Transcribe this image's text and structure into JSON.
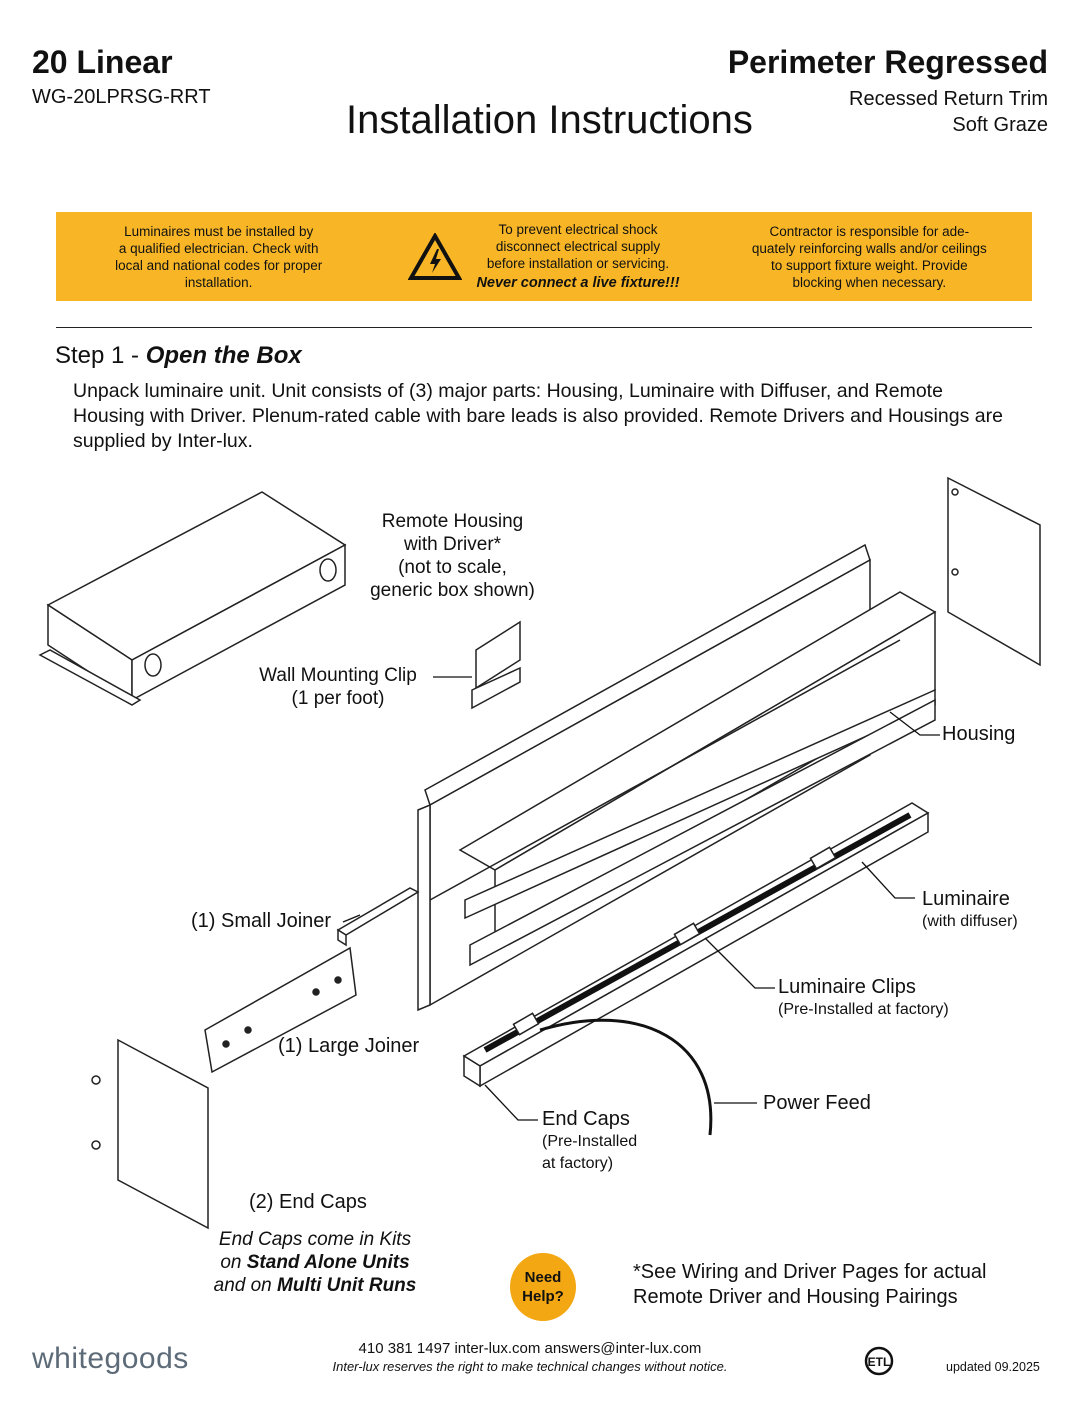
{
  "header": {
    "product": "20 Linear",
    "sku": "WG-20LPRSG-RRT",
    "title": "Installation Instructions",
    "series": "Perimeter Regressed",
    "trim": "Recessed Return Trim",
    "optic": "Soft Graze"
  },
  "warnings": {
    "left": [
      "Luminaires must be installed by",
      "a qualified electrician.  Check with",
      "local and national codes for proper",
      "installation."
    ],
    "middle": [
      "To prevent electrical shock",
      "disconnect electrical supply",
      "before installation or servicing."
    ],
    "middle_bold": "Never connect a live fixture!!!",
    "right": [
      "Contractor is responsible for ade-",
      "quately reinforcing walls and/or ceilings",
      "to support  fixture weight. Provide",
      "blocking when necessary."
    ],
    "icon": "electrical-hazard-icon",
    "color": "#f8b626"
  },
  "step": {
    "prefix": "Step 1 - ",
    "name": "Open the Box",
    "text": "Unpack luminaire unit.  Unit consists of (3) major parts: Housing, Luminaire with Diffuser, and Remote Housing with Driver.  Plenum-rated cable with bare leads is also provided. Remote Drivers and Housings are supplied by Inter-lux."
  },
  "labels": {
    "remote": [
      "Remote Housing",
      "with Driver*",
      "(not to scale,",
      "generic box shown)"
    ],
    "clip": [
      "Wall Mounting Clip",
      "(1 per foot)"
    ],
    "housing": "Housing",
    "luminaire": "Luminaire",
    "luminaire_sub": "(with diffuser)",
    "small_joiner": "(1) Small Joiner",
    "clips": "Luminaire Clips",
    "clips_sub": "(Pre-Installed at factory)",
    "large_joiner": "(1) Large Joiner",
    "power": "Power Feed",
    "endcaps_lum": "End Caps",
    "endcaps_lum_sub": [
      "(Pre-Installed",
      "at factory)"
    ],
    "endcaps": "(2) End Caps",
    "kits": {
      "l1": "End Caps come in Kits",
      "l2a": "on ",
      "l2b": "Stand Alone Units",
      "l3a": "and on ",
      "l3b": "Multi Unit Runs"
    }
  },
  "help": [
    "Need",
    "Help?"
  ],
  "note": [
    "*See Wiring and Driver Pages for actual",
    "Remote Driver and Housing Pairings"
  ],
  "footer": {
    "logo": "whitegoods",
    "contact": "410 381 1497   inter-lux.com   answers@inter-lux.com",
    "disclaimer": "Inter-lux reserves the right to make technical changes without notice.",
    "cert": "ETL",
    "updated": "updated  09.2025"
  }
}
